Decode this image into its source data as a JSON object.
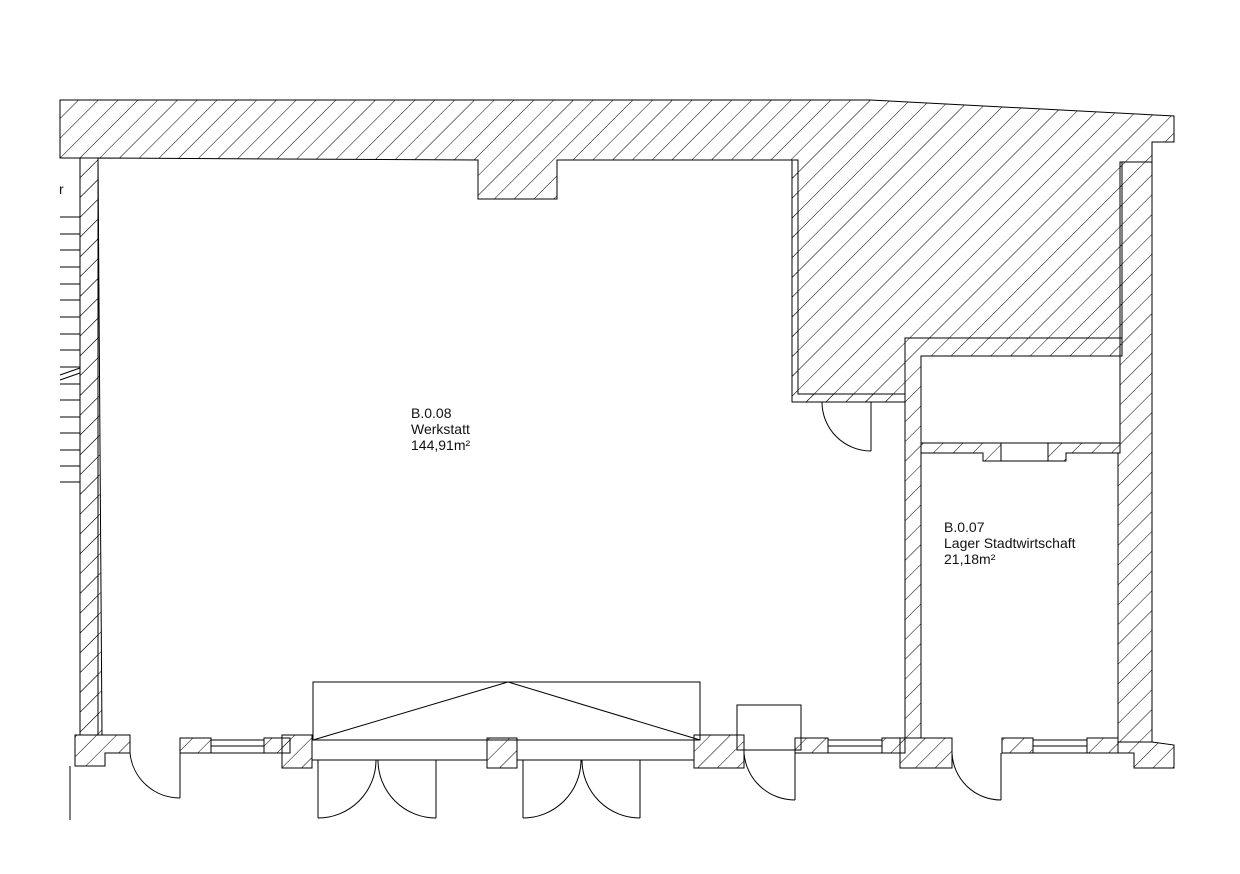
{
  "rooms": [
    {
      "id": "B.0.08",
      "name": "Werkstatt",
      "area": "144,91m²"
    },
    {
      "id": "B.0.07",
      "name": "Lager Stadtwirtschaft",
      "area": "21,18m²"
    }
  ],
  "edge_text": "r",
  "colors": {
    "line": "#000000",
    "background": "#ffffff",
    "hatch": "#000000"
  }
}
